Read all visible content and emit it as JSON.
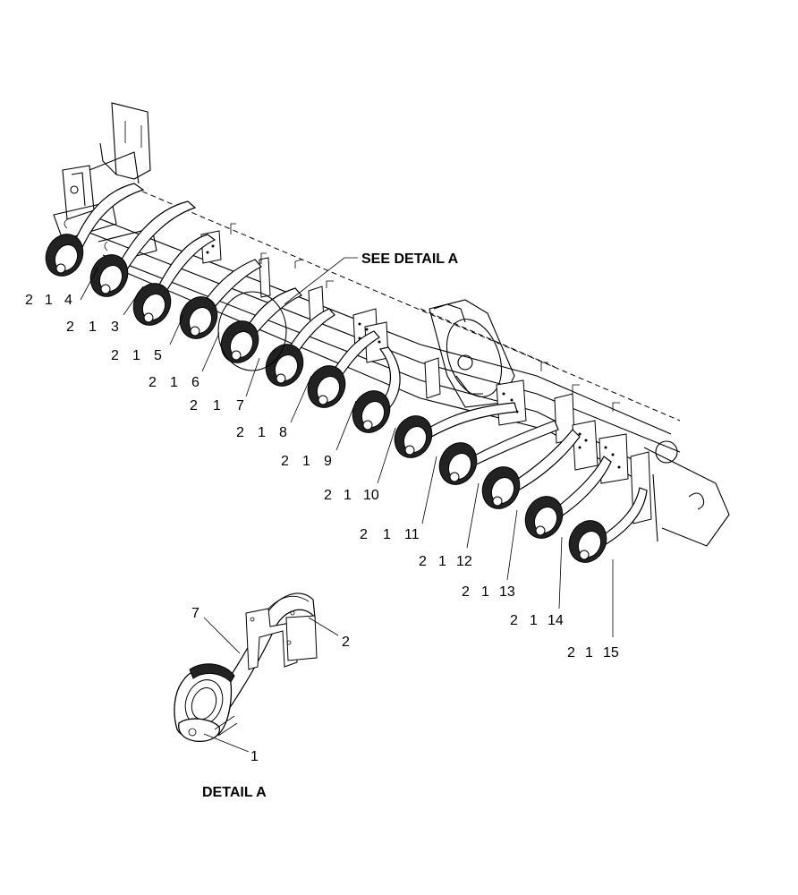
{
  "labels": {
    "see_detail": "SEE DETAIL  A",
    "detail_title": "DETAIL  A"
  },
  "row_callouts": [
    {
      "a": "2",
      "b": "1",
      "c": "4"
    },
    {
      "a": "2",
      "b": "1",
      "c": "3"
    },
    {
      "a": "2",
      "b": "1",
      "c": "5"
    },
    {
      "a": "2",
      "b": "1",
      "c": "6"
    },
    {
      "a": "2",
      "b": "1",
      "c": "7"
    },
    {
      "a": "2",
      "b": "1",
      "c": "8"
    },
    {
      "a": "2",
      "b": "1",
      "c": "9"
    },
    {
      "a": "2",
      "b": "1",
      "c": "10"
    },
    {
      "a": "2",
      "b": "1",
      "c": "11"
    },
    {
      "a": "2",
      "b": "1",
      "c": "12"
    },
    {
      "a": "2",
      "b": "1",
      "c": "13"
    },
    {
      "a": "2",
      "b": "1",
      "c": "14"
    },
    {
      "a": "2",
      "b": "1",
      "c": "15"
    }
  ],
  "detail_callouts": {
    "tube": "7",
    "bracket": "2",
    "coupler": "1"
  }
}
